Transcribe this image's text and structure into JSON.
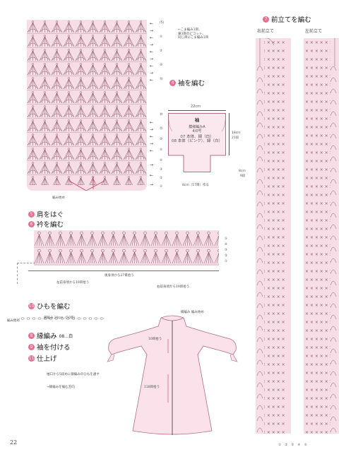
{
  "page_number": "22",
  "body_pattern": {
    "note_lines": [
      "←こま編み1目、",
      "鎖3目のピコット、",
      "同じ目にこま編み1目"
    ],
    "start_label": "編み始め",
    "row_labels_right": [
      "(5)",
      "⑤",
      "②",
      "⑩",
      "⑮",
      "⑳",
      "⑮",
      "⑩",
      "⑤",
      "④",
      "③",
      "②",
      "①"
    ]
  },
  "steps": {
    "s4": {
      "num": "4",
      "label": "袖を編む"
    },
    "s5": {
      "num": "5",
      "label": "肩をはぐ"
    },
    "s6": {
      "num": "6",
      "label": "衿を編む"
    },
    "s7": {
      "num": "7",
      "label": "前立てを編む"
    },
    "s10": {
      "num": "10",
      "label": "ひもを編む"
    },
    "s8": {
      "num": "8",
      "label": "縁編み",
      "extra": "08…白"
    },
    "s9": {
      "num": "9",
      "label": "袖を付ける"
    },
    "s11": {
      "num": "11",
      "label": "仕上げ"
    }
  },
  "sleeve": {
    "width_label": "22cm",
    "title": "袖",
    "pattern": "模様編みA",
    "hook": "4/0号",
    "line1": "07 本体、緑（白）",
    "line2": "08 本体（ピンク）、緑（白）",
    "height_label": "18cm",
    "rows_label": "21段",
    "cuff_label": "8cm（17目）作る",
    "side_label": "8cm",
    "side_rows": "9段"
  },
  "collar": {
    "label_back": "後身頃から27目拾う",
    "label_left": "左前身頃から19目拾う",
    "label_right": "右前身頃から19目拾う",
    "row_labels": [
      "⑤",
      "④",
      "③",
      "②",
      "①"
    ]
  },
  "placket": {
    "right_label": "右前立て",
    "left_label": "左前立て",
    "bottom_rows": [
      "①",
      "②",
      "③",
      "④",
      "⑤"
    ]
  },
  "cord": {
    "start": "編み始め",
    "detail": "鎖編み 20cm（50目）"
  },
  "garment": {
    "label_edge": "縁編み 編み始め",
    "label_rows_top": "10目拾う",
    "label_rows_bottom": "118目拾う",
    "note_cord": "袖口から5段めに鎖編みのひもを通す",
    "note_direction": "→縁編みを編む方向"
  }
}
